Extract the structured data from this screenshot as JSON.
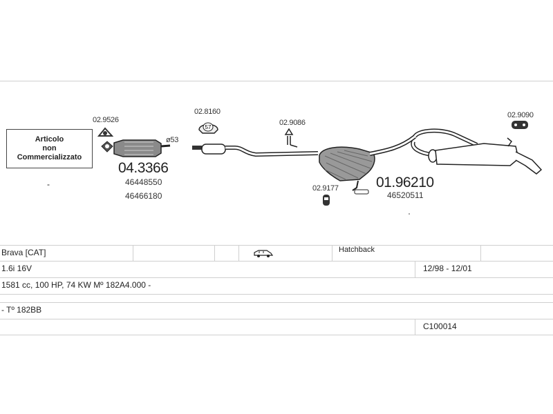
{
  "not_sold_box": {
    "line1": "Articolo",
    "line2": "non",
    "line3": "Commercializzato"
  },
  "dash_mark": "-",
  "parts": {
    "clamp_left": "02.9526",
    "clamp_top": "02.8160",
    "pipe_size": "ø53",
    "hanger_mid": "02.9086",
    "hanger_low": "02.9177",
    "hanger_right": "02.9090",
    "catalyst_code": "04.3366",
    "catalyst_oem1": "46448550",
    "catalyst_oem2": "46466180",
    "silencer_code": "01.96210",
    "silencer_oem": "46520511",
    "clamp_label": "57"
  },
  "vehicle_table": {
    "model": "Brava  [CAT]",
    "body_type": "Hatchback",
    "body_icon": "car-icon",
    "engine": "1.6i 16V",
    "dates": "12/98 - 12/01",
    "specs": "1581 cc, 100 HP, 74 KW Mº 182A4.000 -",
    "type_code": "- Tº 182BB",
    "catalog_code": "C100014"
  }
}
